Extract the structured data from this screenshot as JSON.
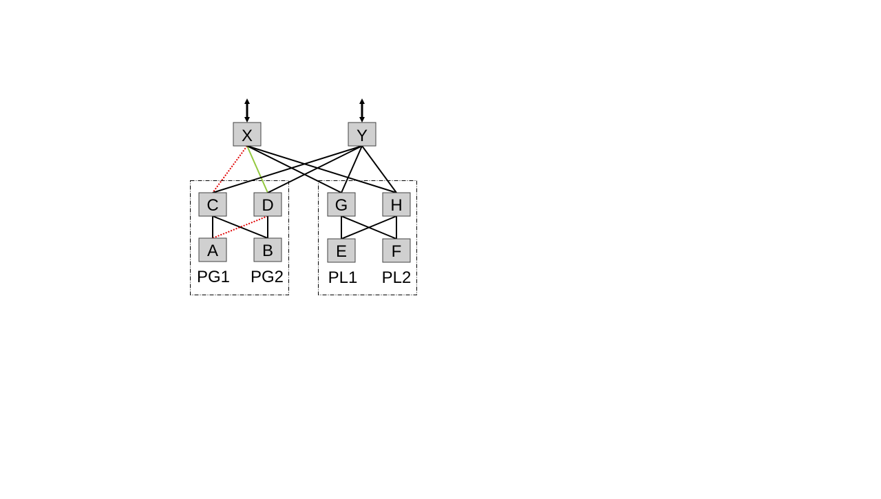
{
  "nodes": {
    "X": "X",
    "Y": "Y",
    "C": "C",
    "D": "D",
    "G": "G",
    "H": "H",
    "A": "A",
    "B": "B",
    "E": "E",
    "F": "F"
  },
  "group_labels": {
    "pg1": "PG1",
    "pg2": "PG2",
    "pl1": "PL1",
    "pl2": "PL2"
  },
  "colors": {
    "node_fill": "#d0d0d0",
    "node_stroke": "#404040",
    "link_black": "#000000",
    "link_red_dotted": "#e00000",
    "link_green": "#92c83e"
  },
  "links": [
    {
      "from": "X",
      "to": "C",
      "style": "red-dotted"
    },
    {
      "from": "X",
      "to": "D",
      "style": "green"
    },
    {
      "from": "X",
      "to": "G",
      "style": "solid"
    },
    {
      "from": "X",
      "to": "H",
      "style": "solid"
    },
    {
      "from": "Y",
      "to": "C",
      "style": "solid"
    },
    {
      "from": "Y",
      "to": "D",
      "style": "solid"
    },
    {
      "from": "Y",
      "to": "G",
      "style": "solid"
    },
    {
      "from": "Y",
      "to": "H",
      "style": "solid"
    },
    {
      "from": "C",
      "to": "A",
      "style": "solid"
    },
    {
      "from": "C",
      "to": "B",
      "style": "solid"
    },
    {
      "from": "D",
      "to": "A",
      "style": "red-dotted"
    },
    {
      "from": "D",
      "to": "B",
      "style": "solid"
    },
    {
      "from": "G",
      "to": "E",
      "style": "solid"
    },
    {
      "from": "G",
      "to": "F",
      "style": "solid"
    },
    {
      "from": "H",
      "to": "E",
      "style": "solid"
    },
    {
      "from": "H",
      "to": "F",
      "style": "solid"
    }
  ]
}
